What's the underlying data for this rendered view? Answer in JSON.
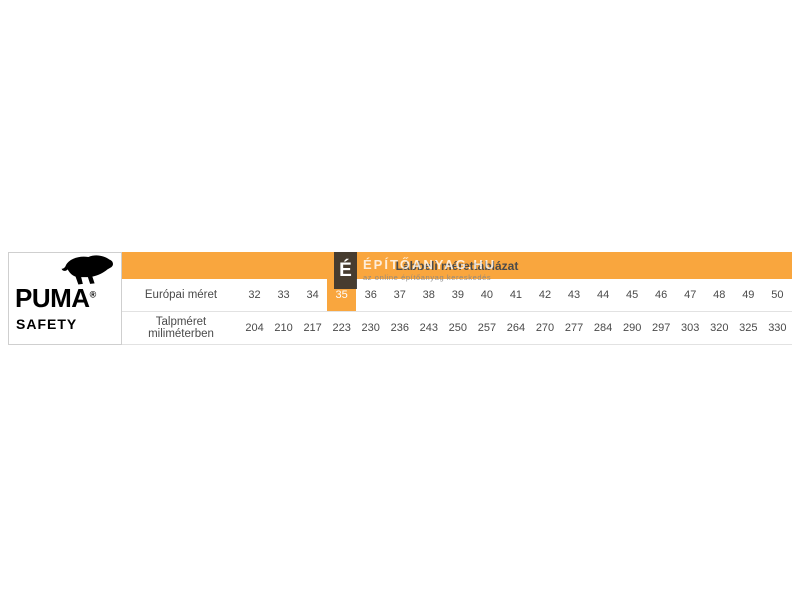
{
  "brand": {
    "wordmark": "PUMA",
    "registered": "®",
    "subbrand": "SAFETY"
  },
  "colors": {
    "accent": "#F9A63E",
    "header_text": "#4b4b4b"
  },
  "watermark": {
    "logo_letter": "É",
    "title": "ÉPÍTŐANYAG.HU",
    "subtitle": "az online építőanyag kereskedés"
  },
  "chart_data": {
    "type": "table",
    "title": "Lábbeli mérettáblázat",
    "columns": [
      32,
      33,
      34,
      35,
      36,
      37,
      38,
      39,
      40,
      41,
      42,
      43,
      44,
      45,
      46,
      47,
      48,
      49,
      50
    ],
    "rows": [
      {
        "label": "Európai méret",
        "values": [
          32,
          33,
          34,
          35,
          36,
          37,
          38,
          39,
          40,
          41,
          42,
          43,
          44,
          45,
          46,
          47,
          48,
          49,
          50
        ]
      },
      {
        "label": "Talpméret miliméterben",
        "values": [
          204,
          210,
          217,
          223,
          230,
          236,
          243,
          250,
          257,
          264,
          270,
          277,
          284,
          290,
          297,
          303,
          320,
          325,
          330
        ]
      }
    ],
    "highlighted_column_index": 3,
    "layout": {
      "legend": "none",
      "grid": "row-separators"
    }
  }
}
